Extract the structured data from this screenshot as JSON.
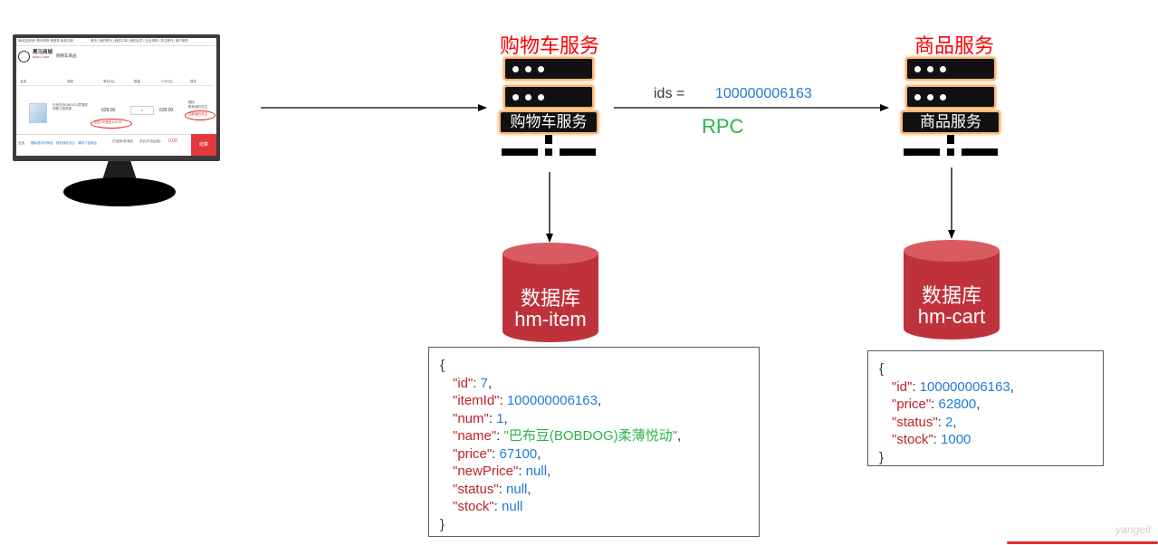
{
  "monitor": {
    "top_bar_left": "嗨!欢迎来到!   黑马购物  请登录 免费注册",
    "top_bar_right": "首页 | 我的黑马 | 我的订单 | 我的会员 | 企业采购 | 关注黑马 | 客户服务",
    "logo_name": "黑马商城",
    "logo_sub": "HMALL.COM",
    "page_title": "购物车商品",
    "columns": [
      "全选",
      "商品",
      "单价(元)",
      "数量",
      "小计(元)",
      "操作"
    ],
    "item_name": "巴布豆(BOBDOG)柔薄悦动婴儿纸尿裤",
    "item_price": "628.00",
    "item_qty": "1",
    "item_subtotal": "628.00",
    "price_drop_note": "比加入时便宜￥43.00",
    "actions": [
      "删除",
      "移到我的关注",
      "加到我的关注"
    ],
    "footer_links": [
      "全选",
      "删除选中的商品",
      "移到我的关注",
      "清除下柜商品"
    ],
    "footer_selected": "已选择0件商品",
    "footer_total_label": "总价(不含运费):",
    "footer_total": "0.00",
    "checkout": "结算"
  },
  "cart_service": {
    "title": "购物车服务",
    "box_label": "购物车服务"
  },
  "item_service": {
    "title": "商品服务",
    "box_label": "商品服务"
  },
  "rpc": {
    "ids_label": "ids =",
    "ids_value": "100000006163",
    "label": "RPC"
  },
  "db_left": {
    "line1": "数据库",
    "line2": "hm-item"
  },
  "db_right": {
    "line1": "数据库",
    "line2": "hm-cart"
  },
  "json_left": {
    "open": "{",
    "close": "}",
    "fields": [
      {
        "key": "\"id\"",
        "value": "7",
        "type": "num"
      },
      {
        "key": "\"itemId\"",
        "value": "100000006163",
        "type": "num"
      },
      {
        "key": "\"num\"",
        "value": "1",
        "type": "num"
      },
      {
        "key": "\"name\"",
        "value": "\"巴布豆(BOBDOG)柔薄悦动\"",
        "type": "str"
      },
      {
        "key": "\"price\"",
        "value": "67100",
        "type": "num"
      },
      {
        "key": "\"newPrice\"",
        "value": "null",
        "type": "num"
      },
      {
        "key": "\"status\"",
        "value": "null",
        "type": "num"
      },
      {
        "key": "\"stock\"",
        "value": "null",
        "type": "num"
      }
    ]
  },
  "json_right": {
    "open": "{",
    "close": "}",
    "fields": [
      {
        "key": "\"id\"",
        "value": "100000006163",
        "type": "num"
      },
      {
        "key": "\"price\"",
        "value": "62800",
        "type": "num"
      },
      {
        "key": "\"status\"",
        "value": "2",
        "type": "num"
      },
      {
        "key": "\"stock\"",
        "value": "1000",
        "type": "num"
      }
    ]
  },
  "watermark": "yangeit",
  "colors": {
    "title_red": "#ff0000",
    "db_red": "#c0323b",
    "db_top": "#d85b62",
    "key_red": "#c0202a",
    "num_blue": "#1e7bd8",
    "str_green": "#2ab54a",
    "server_glow": "#ffb870"
  }
}
